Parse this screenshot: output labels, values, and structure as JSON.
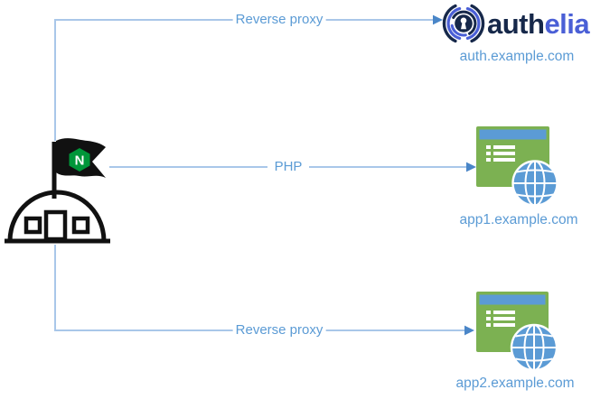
{
  "diagram": {
    "connections": [
      {
        "label": "Reverse proxy",
        "from": "nginx",
        "to": "authelia"
      },
      {
        "label": "PHP",
        "from": "nginx",
        "to": "app1"
      },
      {
        "label": "Reverse proxy",
        "from": "nginx",
        "to": "app2"
      }
    ],
    "nginx": {
      "flag_letter": "N"
    },
    "authelia": {
      "wordmark_prefix": "auth",
      "wordmark_suffix": "elia",
      "domain": "auth.example.com"
    },
    "app1": {
      "domain": "app1.example.com"
    },
    "app2": {
      "domain": "app2.example.com"
    },
    "colors": {
      "connector_line": "#A9C7E9",
      "arrowhead": "#4A86C8",
      "label_text": "#5B9BD5",
      "nginx_green": "#009639",
      "icon_black": "#111111",
      "app_window_green": "#7CB152",
      "app_titlebar_blue": "#5B9BD5",
      "globe_blue": "#5B9BD5",
      "authelia_dark": "#16284A",
      "authelia_blue": "#4A5FD6"
    }
  }
}
